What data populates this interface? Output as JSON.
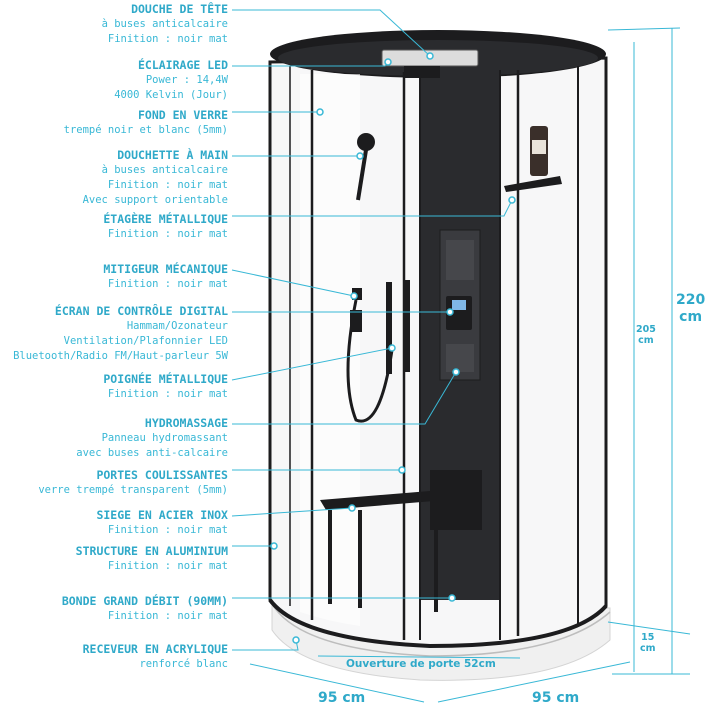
{
  "labels": [
    {
      "title": "DOUCHE DE TÊTE",
      "lines": [
        "à buses anticalcaire",
        "Finition : noir mat"
      ]
    },
    {
      "title": "ÉCLAIRAGE LED",
      "lines": [
        "Power : 14,4W",
        "4000 Kelvin (Jour)"
      ]
    },
    {
      "title": "FOND EN VERRE",
      "lines": [
        "trempé noir et blanc (5mm)"
      ]
    },
    {
      "title": "DOUCHETTE À MAIN",
      "lines": [
        "à buses anticalcaire",
        "Finition : noir mat",
        "Avec support orientable"
      ]
    },
    {
      "title": "ÉTAGÈRE MÉTALLIQUE",
      "lines": [
        "Finition : noir mat"
      ]
    },
    {
      "title": "MITIGEUR MÉCANIQUE",
      "lines": [
        "Finition : noir mat"
      ]
    },
    {
      "title": "ÉCRAN DE CONTRÔLE DIGITAL",
      "lines": [
        "Hammam/Ozonateur",
        "Ventilation/Plafonnier LED",
        "Bluetooth/Radio FM/Haut-parleur 5W"
      ]
    },
    {
      "title": "POIGNÉE MÉTALLIQUE",
      "lines": [
        "Finition : noir mat"
      ]
    },
    {
      "title": "HYDROMASSAGE",
      "lines": [
        "Panneau hydromassant",
        "avec buses anti-calcaire"
      ]
    },
    {
      "title": "PORTES COULISSANTES",
      "lines": [
        "verre trempé transparent (5mm)"
      ]
    },
    {
      "title": "SIEGE EN ACIER INOX",
      "lines": [
        "Finition : noir mat"
      ]
    },
    {
      "title": "STRUCTURE EN ALUMINIUM",
      "lines": [
        "Finition : noir mat"
      ]
    },
    {
      "title": "BONDE GRAND DÉBIT (90MM)",
      "lines": [
        "Finition : noir mat"
      ]
    },
    {
      "title": "RECEVEUR EN ACRYLIQUE",
      "lines": [
        "renforcé blanc"
      ]
    }
  ],
  "dimensions": {
    "total_height": {
      "value": "220",
      "unit": "cm"
    },
    "cabin_height": {
      "value": "205",
      "unit": "cm"
    },
    "tray_height": {
      "value": "15",
      "unit": "cm"
    },
    "width_left": "95 cm",
    "width_right": "95 cm",
    "door_opening": "Ouverture de porte 52cm"
  },
  "colors": {
    "accent": "#2fa9c9",
    "frame": "#1c1c1e",
    "panel": "#2a2b2e",
    "tray": "#f2f2f2"
  }
}
